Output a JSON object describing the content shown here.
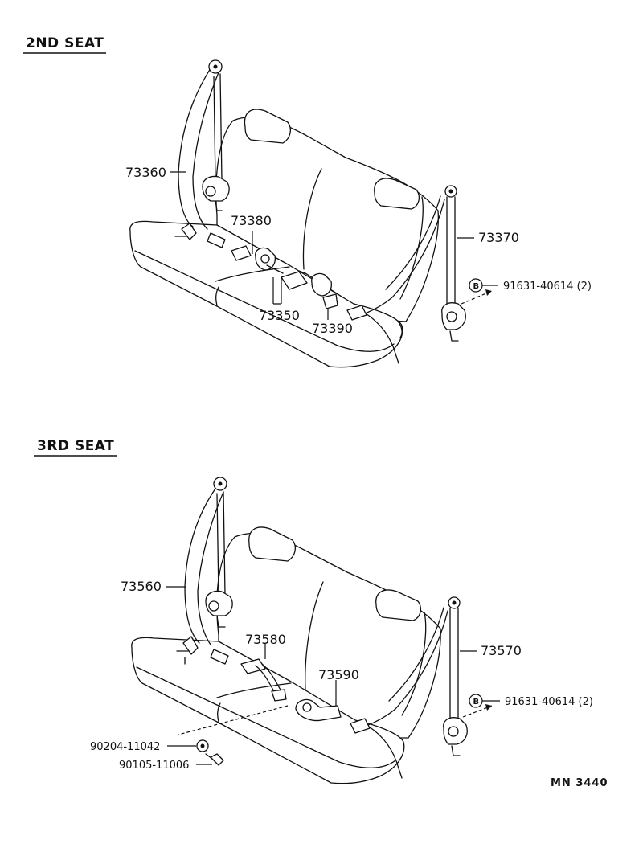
{
  "sections": [
    {
      "title": "2ND SEAT",
      "labels": {
        "p1": "73360",
        "p2": "73380",
        "p3": "73370",
        "p4": "73350",
        "p5": "73390",
        "bolt": "91631-40614 (2)"
      },
      "symbol": "B"
    },
    {
      "title": "3RD SEAT",
      "labels": {
        "p1": "73560",
        "p2": "73580",
        "p3": "73570",
        "p4": "73590",
        "bolt": "91631-40614 (2)",
        "nut": "90204-11042",
        "screw": "90105-11006"
      },
      "symbol": "B"
    }
  ],
  "footer_code": "MN  3440"
}
